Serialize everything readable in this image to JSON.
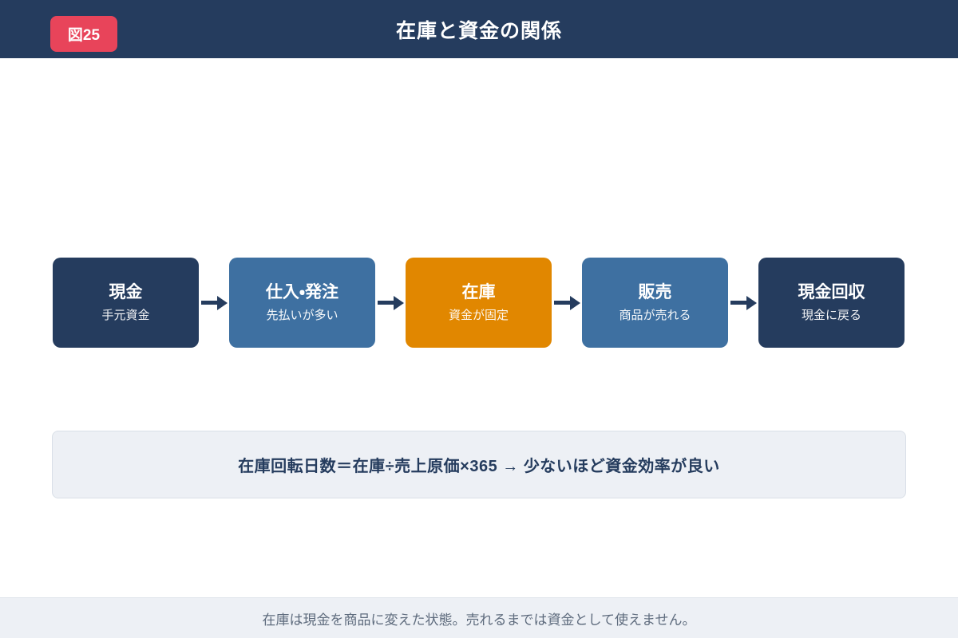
{
  "header": {
    "badge": "図25",
    "title": "在庫と資金の関係"
  },
  "flow": {
    "steps": [
      {
        "title": "現金",
        "subtitle": "手元資金",
        "variant": "dark"
      },
      {
        "title": "仕入・発注",
        "subtitle": "先払いが多い",
        "variant": "blue"
      },
      {
        "title": "在庫",
        "subtitle": "資金が固定",
        "variant": "orange"
      },
      {
        "title": "販売",
        "subtitle": "商品が売れる",
        "variant": "blue"
      },
      {
        "title": "現金回収",
        "subtitle": "現金に戻る",
        "variant": "dark"
      }
    ]
  },
  "formula": {
    "text": "在庫回転日数＝在庫÷売上原価×365 → 少ないほど資金効率が良い"
  },
  "footer": {
    "note": "在庫は現金を商品に変えた状態。売れるまでは資金として使えません。"
  },
  "colors": {
    "header_bg": "#253c5e",
    "badge_bg": "#e8445a",
    "box_dark": "#253c5e",
    "box_blue": "#3e70a1",
    "box_orange": "#e18700",
    "arrow": "#253c5e",
    "panel_bg": "#edf0f5",
    "panel_border": "#d9dfe7",
    "panel_text": "#253c5e",
    "footer_bg": "#edf0f5",
    "footer_border": "#dee3ea",
    "footer_text": "#5e6b7d"
  }
}
